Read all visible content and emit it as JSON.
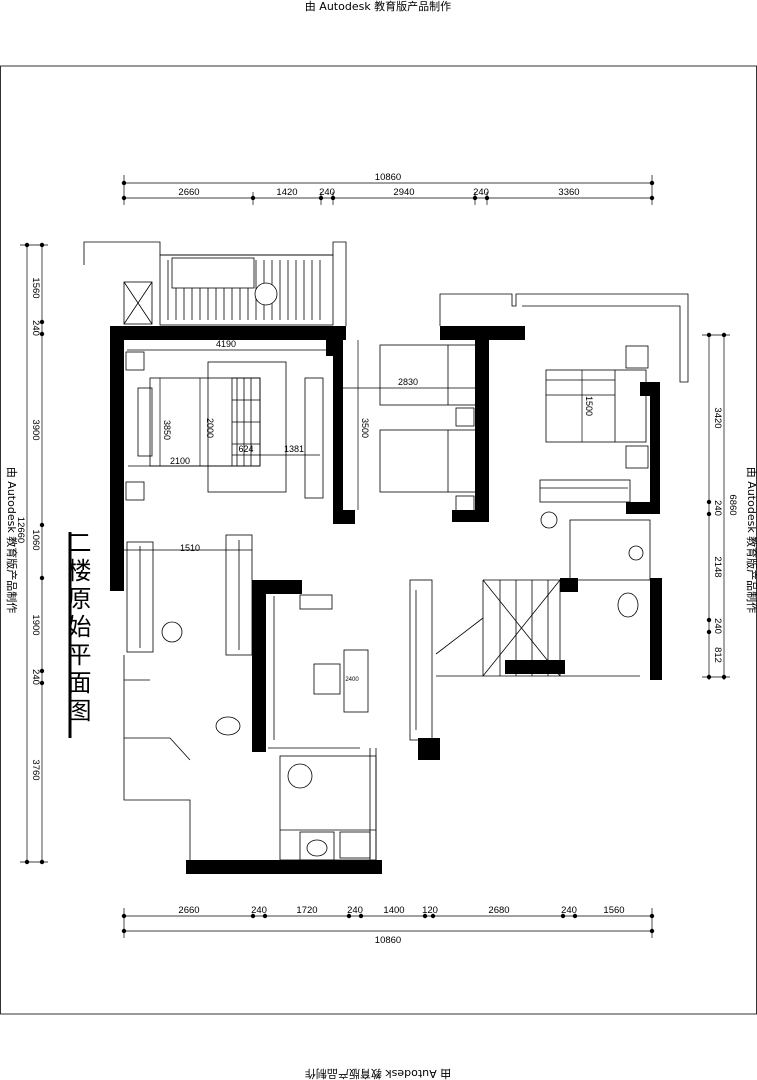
{
  "watermark": {
    "top": "由 Autodesk 教育版产品制作",
    "bottom": "由 Autodesk 教育版产品制作",
    "left": "由 Autodesk 教育版产品制作",
    "right": "由 Autodesk 教育版产品制作"
  },
  "title": "二楼原始平面图",
  "dimensions": {
    "top_total": "10860",
    "top": [
      "2660",
      "1420",
      "240",
      "2940",
      "240",
      "3360"
    ],
    "bottom_total": "10860",
    "bottom": [
      "2660",
      "240",
      "1720",
      "240",
      "1400",
      "120",
      "2680",
      "240",
      "1560"
    ],
    "left_total": "12660",
    "left": [
      "1560",
      "240",
      "3900",
      "1060",
      "1900",
      "240",
      "3760"
    ],
    "right_total": "6860",
    "right": [
      "3420",
      "240",
      "2148",
      "240",
      "812"
    ]
  },
  "room_dims": {
    "master_width": "4190",
    "master_bed_h": "2000",
    "master_bed_w": "2100",
    "master_depth": "3850",
    "master_a": "624",
    "master_b": "1381",
    "bedroom2_width": "2830",
    "bedroom2_depth": "3500",
    "bedroom3_bed": "1500",
    "closet_width": "1510",
    "study_desk": "2400"
  }
}
